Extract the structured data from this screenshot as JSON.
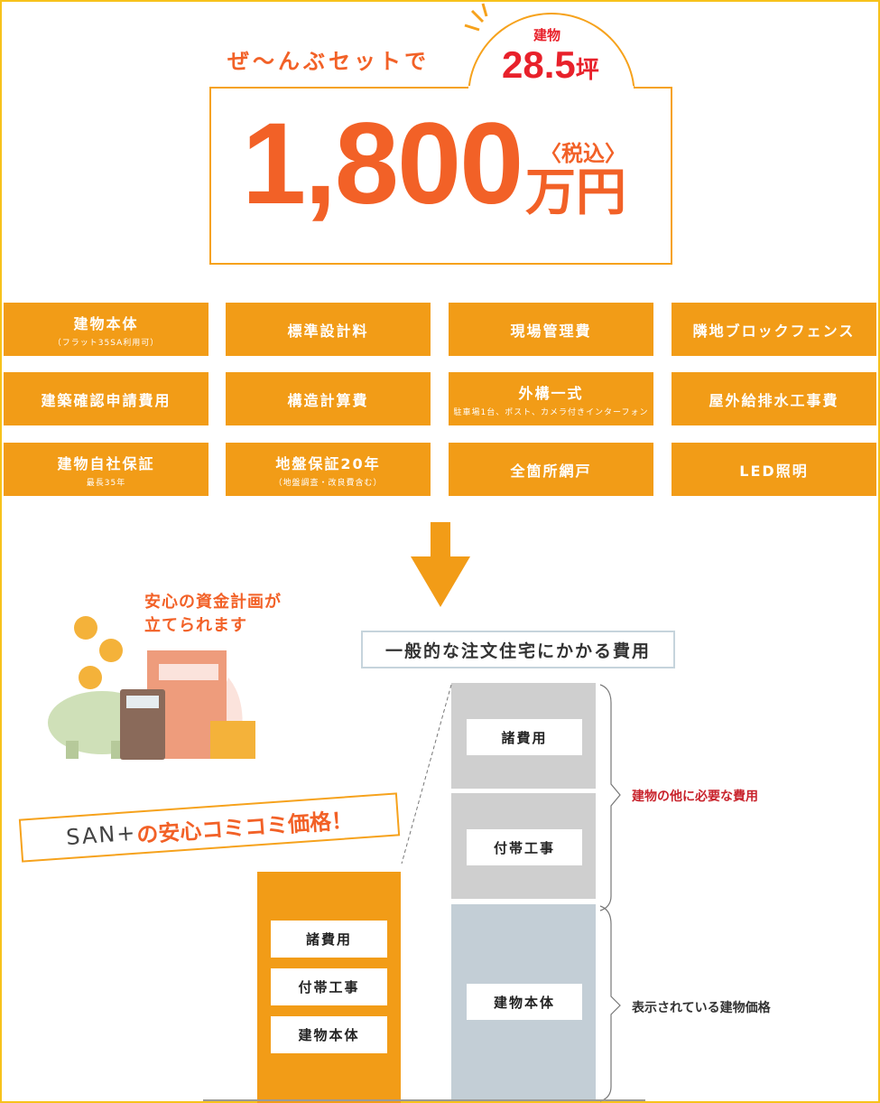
{
  "hero": {
    "lead": "ぜ〜んぶセットで",
    "building_label": "建物",
    "area": "28.5",
    "area_unit": "坪",
    "price": "1,800",
    "tax": "〈税込〉",
    "price_unit": "万円"
  },
  "tiles": [
    {
      "label": "建物本体",
      "sub": "（フラット35SA利用可）"
    },
    {
      "label": "標準設計料",
      "sub": ""
    },
    {
      "label": "現場管理費",
      "sub": ""
    },
    {
      "label": "隣地ブロックフェンス",
      "sub": ""
    },
    {
      "label": "建築確認申請費用",
      "sub": ""
    },
    {
      "label": "構造計算費",
      "sub": ""
    },
    {
      "label": "外構一式",
      "sub": "駐車場1台、ポスト、カメラ付きインターフォン"
    },
    {
      "label": "屋外給排水工事費",
      "sub": ""
    },
    {
      "label": "建物自社保証",
      "sub": "最長35年"
    },
    {
      "label": "地盤保証20年",
      "sub": "（地盤調査・改良費含む）"
    },
    {
      "label": "全箇所網戸",
      "sub": ""
    },
    {
      "label": "LED照明",
      "sub": ""
    }
  ],
  "illustration": {
    "caption_line1": "安心の資金計画が",
    "caption_line2": "立てられます"
  },
  "general": {
    "title": "一般的な注文住宅にかかる費用",
    "blocks": [
      "諸費用",
      "付帯工事",
      "建物本体"
    ],
    "note_other": "建物の他に必要な費用",
    "note_shown": "表示されている建物価格"
  },
  "sanplus": {
    "brand": "SAN+",
    "banner_rest": "の安心コミコミ価格！",
    "blocks": [
      "諸費用",
      "付帯工事",
      "建物本体"
    ]
  },
  "colors": {
    "orange": "#f29c17",
    "red_orange": "#f26127",
    "red": "#e8212b",
    "gray": "#cfcfcf",
    "blue_gray": "#c3ced6"
  }
}
